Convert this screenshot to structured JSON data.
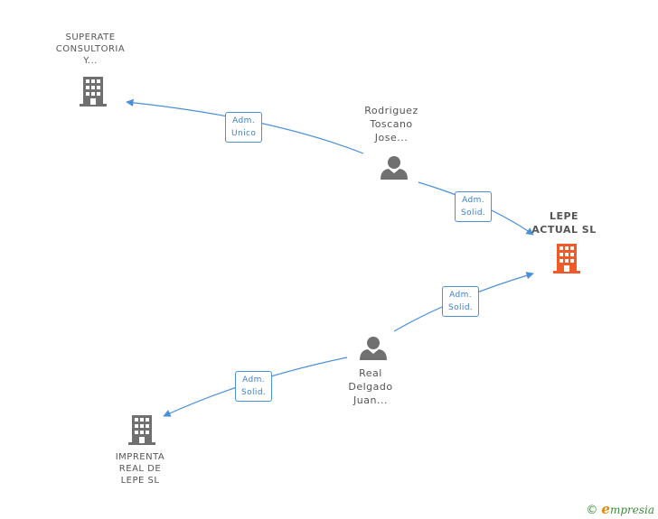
{
  "nodes": {
    "superate": {
      "lines": [
        "SUPERATE",
        "CONSULTORIA",
        "Y..."
      ],
      "icon": "building-icon",
      "color": "#707070"
    },
    "rodriguez": {
      "lines": [
        "Rodriguez",
        "Toscano",
        "Jose..."
      ],
      "icon": "person-icon",
      "color": "#707070"
    },
    "lepe_actual": {
      "lines": [
        "LEPE",
        "ACTUAL SL"
      ],
      "icon": "building-icon",
      "color": "#f05a28"
    },
    "real_delgado": {
      "lines": [
        "Real",
        "Delgado",
        "Juan..."
      ],
      "icon": "person-icon",
      "color": "#707070"
    },
    "imprenta": {
      "lines": [
        "IMPRENTA",
        "REAL DE",
        "LEPE SL"
      ],
      "icon": "building-icon",
      "color": "#707070"
    }
  },
  "edges": [
    {
      "from": "rodriguez",
      "to": "superate",
      "role": [
        "Adm.",
        "Unico"
      ]
    },
    {
      "from": "rodriguez",
      "to": "lepe_actual",
      "role": [
        "Adm.",
        "Solid."
      ]
    },
    {
      "from": "real_delgado",
      "to": "lepe_actual",
      "role": [
        "Adm.",
        "Solid."
      ]
    },
    {
      "from": "real_delgado",
      "to": "imprenta",
      "role": [
        "Adm.",
        "Solid."
      ]
    }
  ],
  "colors": {
    "edge": "#4a90d9",
    "icon_gray": "#707070",
    "icon_focus": "#f05a28",
    "brand_green": "#3c8a3c",
    "brand_orange": "#e8860a"
  },
  "brand": {
    "copyright": "©",
    "initial": "e",
    "rest": "mpresia"
  }
}
